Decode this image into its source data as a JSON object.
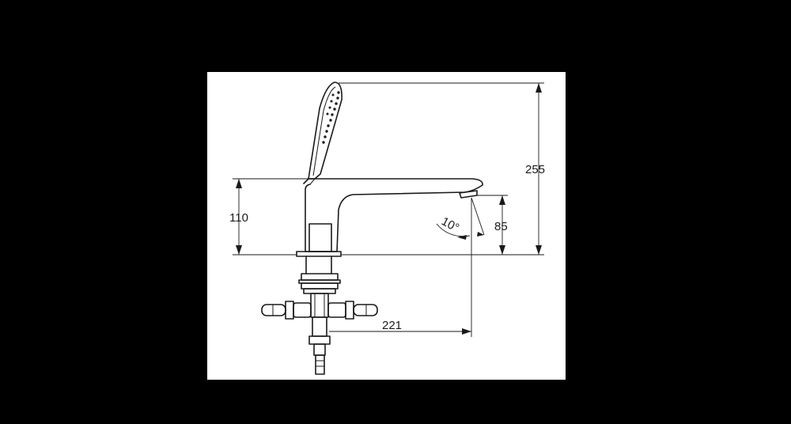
{
  "dimensions": {
    "overall_height": "255",
    "spout_height": "110",
    "outlet_height": "85",
    "outlet_angle": "10°",
    "projection": "221"
  },
  "colors": {
    "background": "#000000",
    "sheet": "#ffffff",
    "line": "#1a1a1a"
  }
}
